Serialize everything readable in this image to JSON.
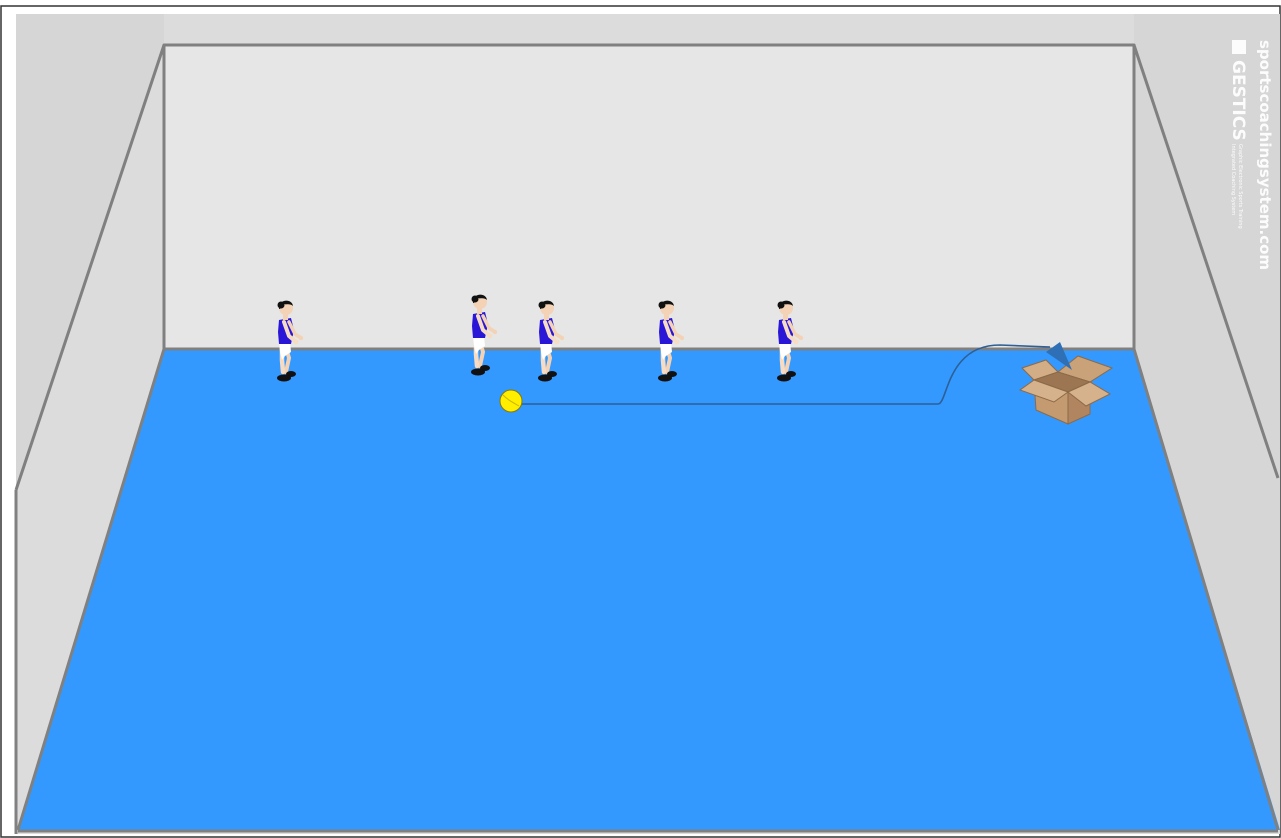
{
  "scene": {
    "colors": {
      "floor": "#3399ff",
      "back_wall": "#e6e6e6",
      "side_wall": "#d9d9d9",
      "frame": "#808080",
      "shirt": "#2a16d6",
      "shorts": "#ffffff",
      "hair": "#111111",
      "shoes": "#111111",
      "ball": "#ffee00",
      "box": "#c8a27a",
      "trajectory": "#2e5f96",
      "arrow_head": "#2f6fb5"
    },
    "players_count_visible": 5,
    "ball": {
      "color_name": "yellow"
    },
    "target": {
      "icon": "open-cardboard-box-icon"
    }
  },
  "watermark": {
    "site": "sportscoachingsystem.com",
    "brand": "GESTICS",
    "tagline_1": "Graphic Electronic Sports Training",
    "tagline_2": "Integrated Coaching System"
  }
}
